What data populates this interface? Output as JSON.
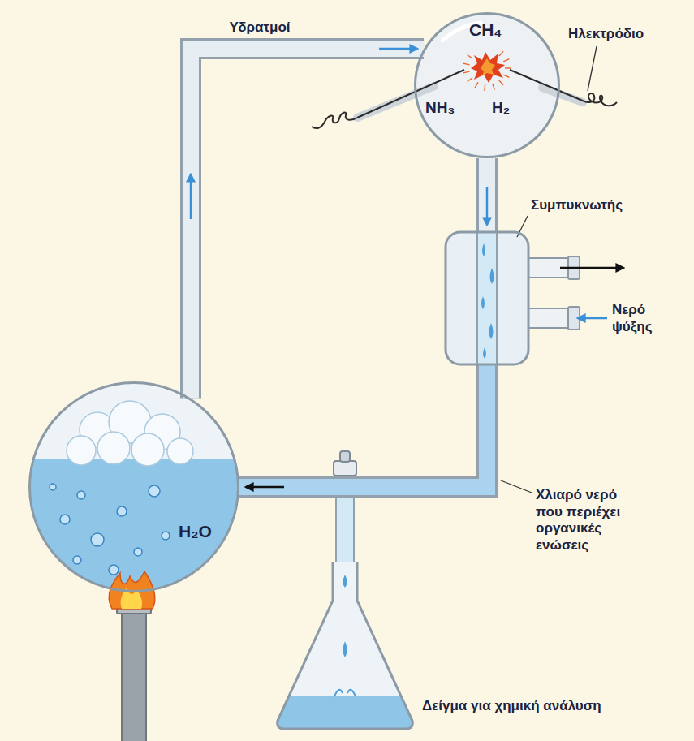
{
  "diagram": {
    "nodes": [
      {
        "text": [
          "CH₄",
          "NH₃",
          "H₂"
        ]
      },
      {
        "text": [
          "Συμπυκνωτής"
        ]
      },
      {
        "text": [
          "H₂O"
        ]
      },
      {
        "text": [
          "Δείγμα για χημική ανάλυση"
        ]
      }
    ],
    "edges": [
      {
        "from": 2,
        "to": 0,
        "arrow": "to",
        "label": "Υδρατμοί"
      },
      {
        "from": 0,
        "to": 1,
        "arrow": "to"
      },
      {
        "from": 1,
        "to": 2,
        "arrow": "to"
      }
    ],
    "labels": [
      "Ηλεκτρόδιο",
      "Νερό ψύξης",
      "Χλιαρό νερό που περιέχει οργανικές ενώσεις"
    ]
  }
}
